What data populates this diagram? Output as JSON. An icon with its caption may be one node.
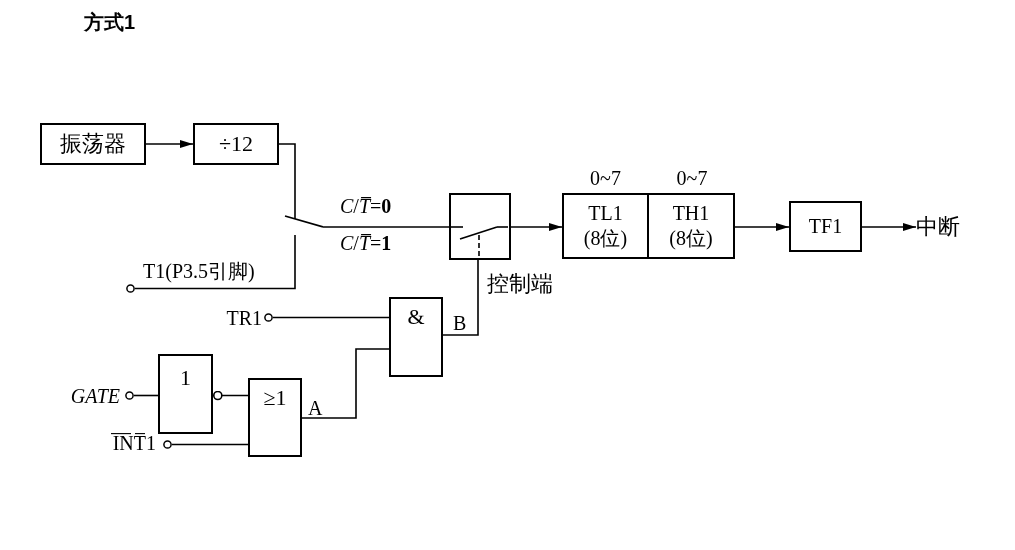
{
  "diagram": {
    "title": "方式1",
    "nodes": [
      {
        "text": [
          "振荡器"
        ]
      },
      {
        "text": [
          "÷12"
        ]
      },
      {
        "text": [],
        "shape": "switch"
      },
      {
        "text": [],
        "shape": "box"
      },
      {
        "text": [
          "TL1",
          "(8位)"
        ],
        "beside": [
          "0~7"
        ]
      },
      {
        "text": [
          "TH1",
          "(8位)"
        ],
        "beside": [
          "0~7"
        ]
      },
      {
        "text": [
          "TF1"
        ]
      },
      {
        "text": [
          "中断"
        ]
      },
      {
        "text": [],
        "shape": "circle",
        "beside": [
          "T1(P3.5引脚)"
        ]
      },
      {
        "text": [],
        "shape": "circle",
        "beside": [
          "TR1"
        ]
      },
      {
        "text": [
          "&"
        ]
      },
      {
        "text": [
          "1"
        ]
      },
      {
        "text": [],
        "shape": "circle",
        "beside": [
          "GATE"
        ]
      },
      {
        "text": [
          "≥1"
        ]
      },
      {
        "text": [],
        "shape": "circle",
        "beside": [
          "I̅N̅T̅1"
        ]
      }
    ],
    "edges": [
      {
        "from": 0,
        "to": 1,
        "arrow": "to"
      },
      {
        "from": 1,
        "to": 2,
        "arrow": "none"
      },
      {
        "from": 8,
        "to": 2,
        "arrow": "none"
      },
      {
        "from": 2,
        "to": 3,
        "arrow": "none"
      },
      {
        "from": 3,
        "to": 4,
        "arrow": "to"
      },
      {
        "from": 5,
        "to": 6,
        "arrow": "to"
      },
      {
        "from": 6,
        "to": 7,
        "arrow": "to"
      },
      {
        "from": 9,
        "to": 10,
        "arrow": "none"
      },
      {
        "from": 12,
        "to": 11,
        "arrow": "none"
      },
      {
        "from": 11,
        "to": 13,
        "arrow": "other"
      },
      {
        "from": 14,
        "to": 13,
        "arrow": "none"
      },
      {
        "from": 13,
        "to": 10,
        "arrow": "none"
      },
      {
        "from": 10,
        "to": 3,
        "arrow": "none"
      }
    ],
    "labels": [
      "*C*/*T̅*=**0**",
      "*C*/*T̅*=**1**",
      "控制端",
      "B",
      "A"
    ]
  }
}
